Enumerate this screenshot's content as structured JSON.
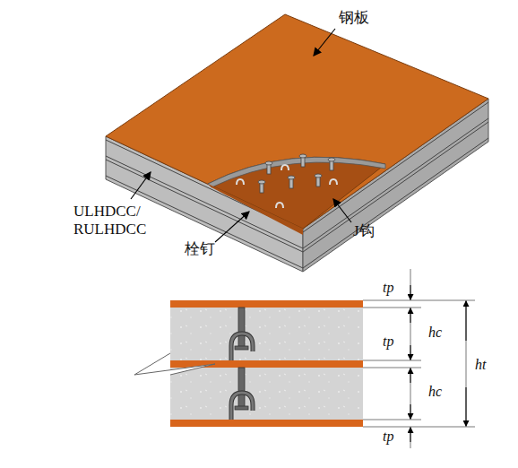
{
  "diagram": {
    "labels": [
      "钢板",
      "ULHDCC/ RULHDCC",
      "栓钉",
      "J钩",
      "tp",
      "tp",
      "tp",
      "hc",
      "hc",
      "ht"
    ]
  }
}
